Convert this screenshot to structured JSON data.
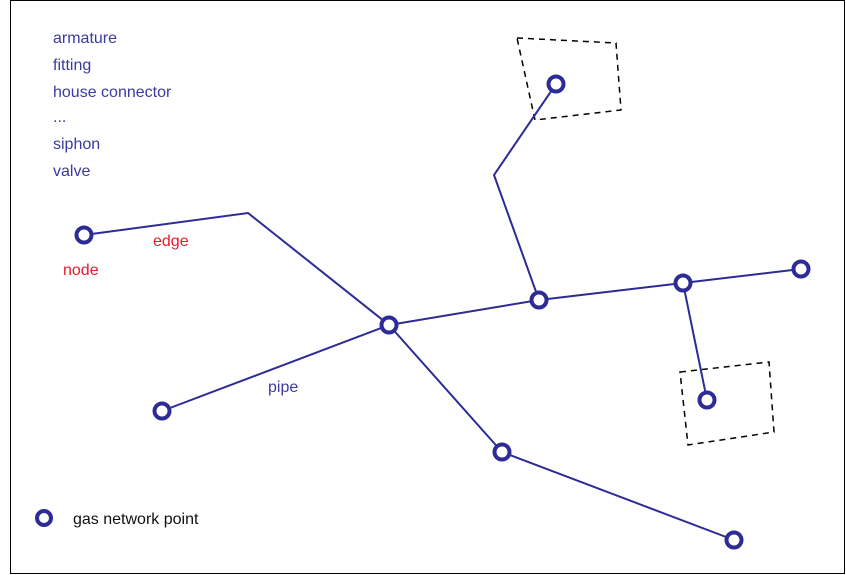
{
  "type_list": {
    "items": [
      "armature",
      "fitting",
      "house connector",
      "...",
      "siphon",
      "valve"
    ]
  },
  "labels": {
    "node": "node",
    "edge": "edge",
    "pipe": "pipe"
  },
  "legend": {
    "label": "gas network point"
  },
  "colors": {
    "network_blue": "#2d2b96",
    "annotation_red": "#e8192c",
    "text_blue": "#3c3aa0",
    "box_black": "#000000"
  },
  "icons": {
    "point": "hollow-circle-icon",
    "enclosure": "dashed-box-icon"
  }
}
